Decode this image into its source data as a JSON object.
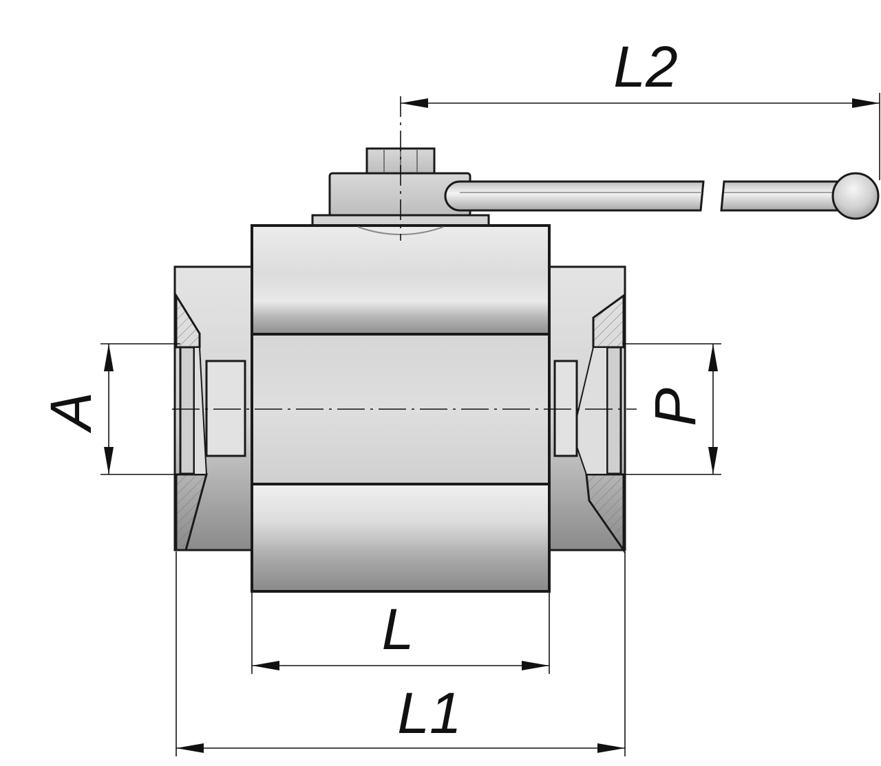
{
  "drawing": {
    "labels": {
      "l2": "L2",
      "l": "L",
      "l1": "L1",
      "a": "A",
      "p": "P"
    },
    "colors": {
      "outline": "#1a1a1a",
      "metal_light": "#e6e6e6",
      "metal_mid": "#c8c8c8",
      "metal_dark": "#8a8a8a",
      "background": "#ffffff"
    }
  }
}
